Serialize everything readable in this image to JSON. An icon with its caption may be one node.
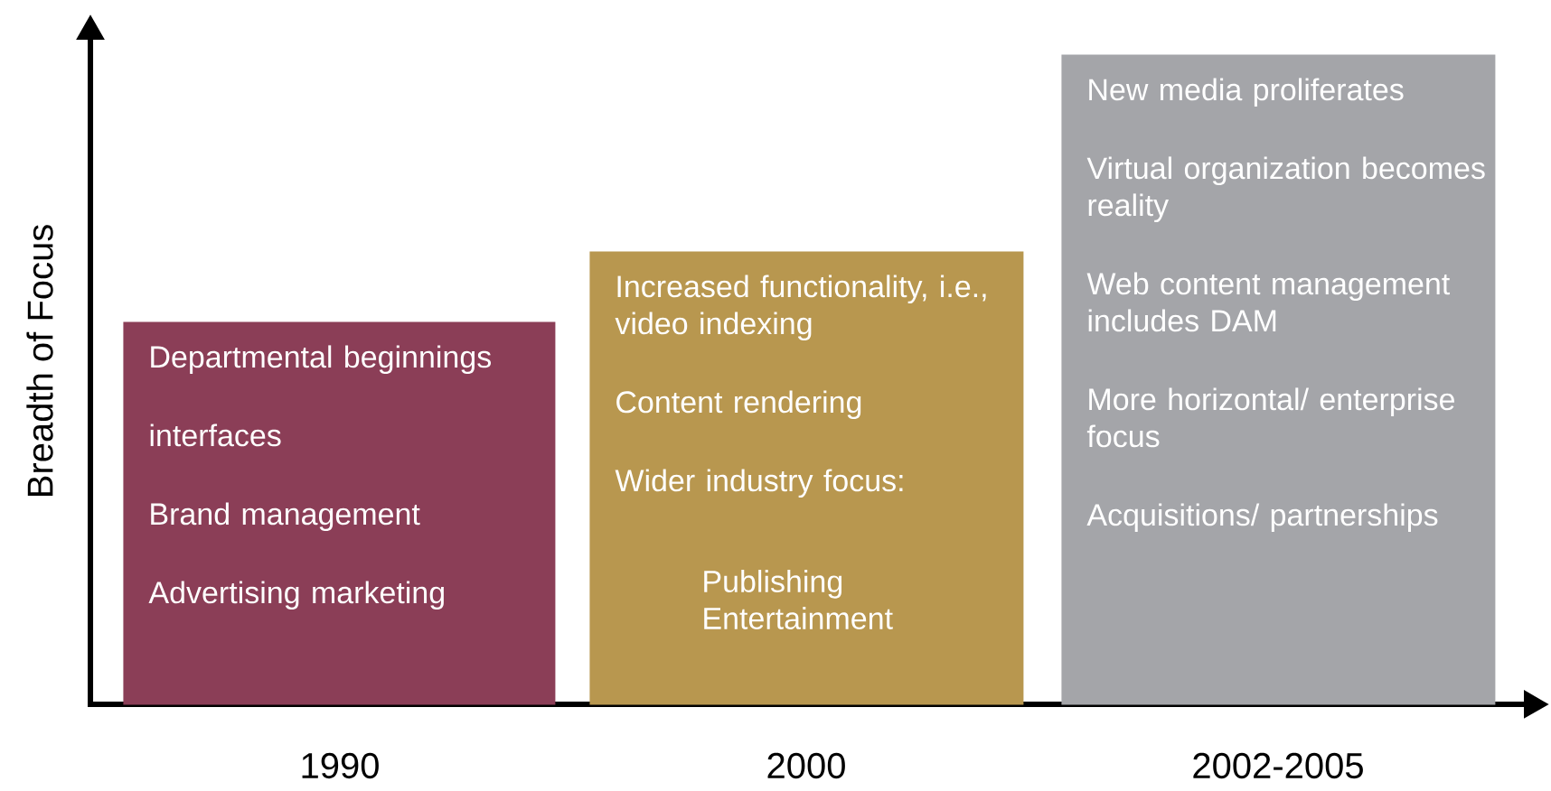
{
  "diagram": {
    "nodes": [
      {
        "text": [
          "Departmental beginnings",
          "interfaces",
          "Brand management",
          "Advertising marketing"
        ]
      },
      {
        "text": [
          "Increased functionality, i.e., video indexing",
          "Content rendering",
          "Wider industry focus:",
          "Publishing Entertainment"
        ]
      },
      {
        "text": [
          "New media proliferates",
          "Virtual organization becomes reality",
          "Web content management includes DAM",
          "More horizontal/ enterprise focus",
          "Acquisitions/ partnerships"
        ]
      }
    ],
    "edges": [],
    "labels": [
      "Breadth of Focus",
      "1990",
      "2000",
      "2002-2005"
    ]
  }
}
